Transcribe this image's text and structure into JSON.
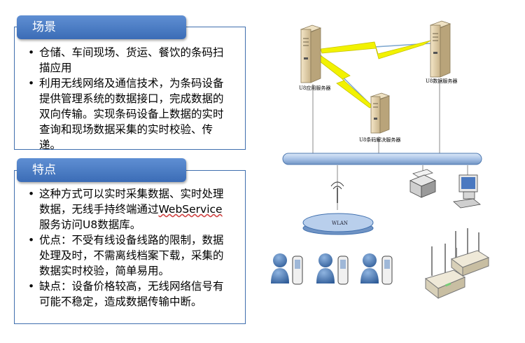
{
  "scene": {
    "title": "场景",
    "bullets": [
      "仓储、车间现场、货运、餐饮的条码扫描应用",
      "利用无线网络及通信技术，为条码设备提供管理系统的数据接口，完成数据的双向传输。实现条码设备上数据的实时查询和现场数据采集的实时校验、传递。"
    ]
  },
  "features": {
    "title": "特点",
    "bullet1_pre": "这种方式可以实时采集数据、实时处理数据，无线手持终端通过",
    "bullet1_link": "WebService",
    "bullet1_post": "服务访问U8数据库。",
    "bullets": [
      "优点：不受有线设备线路的限制，数据处理及时，不需离线档案下载，采集的数据实时校验，简单易用。",
      "缺点：设备价格较高，无线网络信号有可能不稳定，造成数据传输中断。"
    ]
  },
  "diagram": {
    "app_server_label": "U8应用服务器",
    "db_server_label": "U8数据服务器",
    "barcode_server_label": "U8条码解决服务器",
    "wlan_label": "WLAN"
  },
  "colors": {
    "accent": "#3b6cb6",
    "panel_border": "#3f6fae",
    "lightning": "#f2f200",
    "bus": "#a9c3e6",
    "person": "#3f6fae"
  }
}
